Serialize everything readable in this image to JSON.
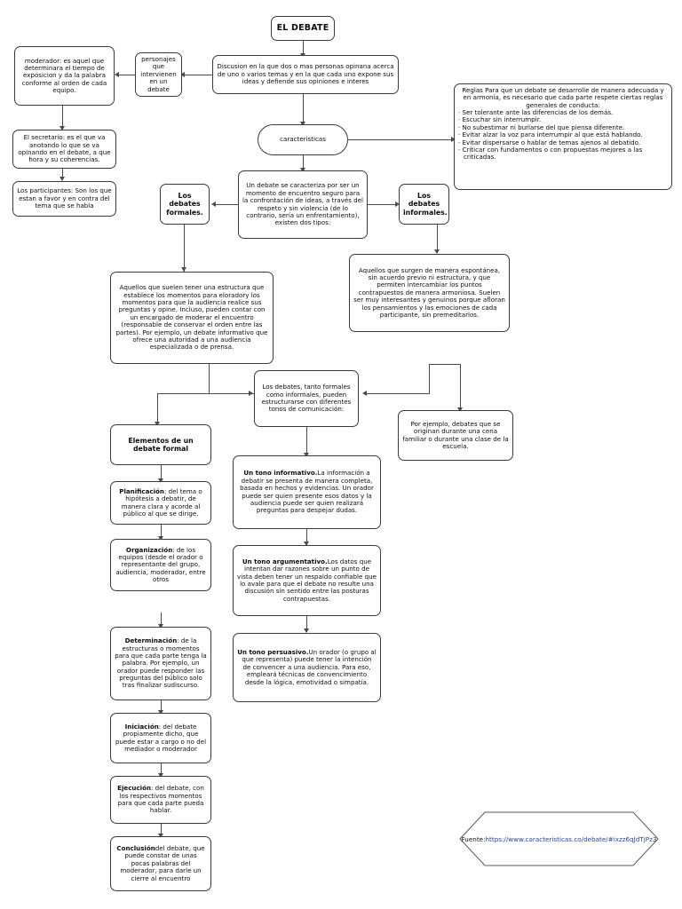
{
  "diagram": {
    "title": "EL DEBATE",
    "type": "concept-map",
    "language": "es"
  },
  "nodes": {
    "title": "EL DEBATE",
    "definition": "Discusion en la que dos o mas personas opinana acerca de uno o varios temas y en la que cada uno expone sus ideas y defiende sus opiniones e interes",
    "personajes": "personajes que intervienen en un debate",
    "moderador": "moderador: es aquel que determinara el tiempo de exposicion y da la palabra conforme al orden de cada equipo.",
    "secretario": "El secretario: es el que va anotando lo que se va opinando en el debate,  a que hora y su coherencias.",
    "participantes": "Los participantes: Son los que estan a favor y en contra del tema que se habla",
    "caracteristicas": "caracteristicas",
    "caracterizacion": "Un debate se caracteriza por ser un momento de encuentro seguro para la confrontación de ideas, a través del respeto y sin violencia (de lo contrario, sería un enfrentamiento), existen dos tipos:",
    "formales_label": "Los debates formales.",
    "informales_label": "Los debates informales.",
    "formales_desc": "Aquellos que suelen tener una estructura que establece los momentos para eloradory los momentos para que la audiencia realice sus preguntas y opine. Incluso, pueden contar con un encargado de moderar el encuentro (responsable de conservar el orden entre las partes). Por ejemplo, un debate informativo que ofrece una autoridad a una audiencia especializada o de prensa.",
    "informales_desc": "Aquellos que surgen de manera espontánea, sin acuerdo previo ni estructura, y que permiten intercambiar los puntos contrapuestos de manera armoniosa. Suelen ser muy interesantes y genuinos porque afloran los pensamientos y las emociones de cada participante, sin premeditarlos.",
    "tonos_intro": "Los debates, tanto formales como informales, pueden estructurarse con diferentes tonos de comunicación:",
    "por_ejemplo": "Por ejemplo, debates que se originan durante una cena familiar o durante una clase de la escuela.",
    "elementos_label": "Elementos de un debate formal"
  },
  "rules": {
    "heading": "Reglas Para que un debate se desarrolle de manera adecuada y en armonía, es necesario que cada parte respete ciertas reglas generales de conducta:",
    "items": [
      "Ser tolerante ante las diferencias de los demás.",
      "Escuchar sin interrumpir.",
      "No subestimar ni burlarse del que piensa diferente.",
      "Evitar alzar la voz para interrumpir al que está hablando.",
      "Evitar dispersarse o hablar de temas ajenos al debatido.",
      "Criticar con fundamentos o con propuestas mejores a las criticadas."
    ]
  },
  "tonos": [
    {
      "lead": "Un tono informativo.",
      "body": "La información a debatir se presenta de manera completa, basada en hechos y evidencias. Un orador puede ser quien presente esos datos y la audiencia puede ser quien realizará preguntas para despejar dudas."
    },
    {
      "lead": "Un tono argumentativo.",
      "body": "Los datos que intentan dar razones sobre un punto de vista deben tener un respaldo confiable que lo avale para que el debate no resulte una discusión sin sentido entre las posturas contrapuestas."
    },
    {
      "lead": "Un tono persuasivo.",
      "body": "Un orador (o grupo al que representa) puede tener la intención de convencer a una audiencia. Para eso, empleará técnicas de convencimiento desde la lógica, emotividad o simpatía."
    }
  ],
  "elementos": [
    {
      "lead": "Planificación",
      "body": ": del tema o hipótesis a debatir, de manera clara y acorde al público al que se dirige."
    },
    {
      "lead": "Organización",
      "body": ": de los equipos (desde el orador o representante del grupo, audiencia, moderador, entre otros"
    },
    {
      "lead": "Determinación",
      "body": ": de la estructuras o momentos para que cada parte tenga la palabra. Por ejemplo, un orador puede responder las preguntas del público solo tras finalizar sudiscurso."
    },
    {
      "lead": "Iniciación",
      "body": ": del debate propiamente dicho, que puede estar a cargo o no del mediador o moderador"
    },
    {
      "lead": "Ejecución",
      "body": ": del debate, con los respectivos momentos para que cada parte pueda hablar."
    },
    {
      "lead": "Conclusión",
      "body": "del debate, que puede constar de unas pocas palabras del moderador, para darle un cierre al encuentro"
    }
  ],
  "source": {
    "prefix": "Fuente:",
    "url": "https://www.caracteristicas.co/debate/#ixzz6qJdTjPz3"
  },
  "colors": {
    "stroke": "#3b3b3b",
    "text": "#0d0d0d",
    "link": "#2b3fa0",
    "background": "#ffffff"
  }
}
